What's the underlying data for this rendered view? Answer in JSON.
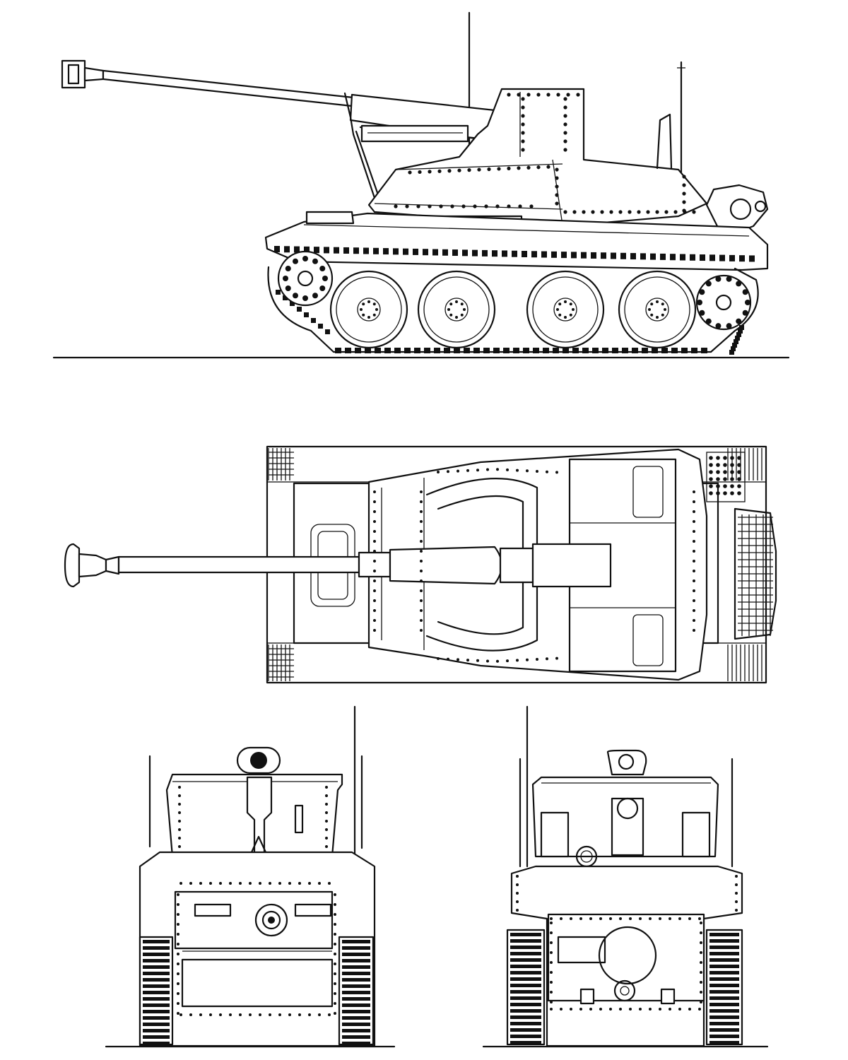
{
  "drawing": {
    "subject": "tank-destroyer-four-view-line-drawing",
    "views": [
      "side",
      "top",
      "front",
      "rear"
    ],
    "colors": {
      "line": "#111111",
      "background": "#ffffff"
    },
    "labels": []
  }
}
